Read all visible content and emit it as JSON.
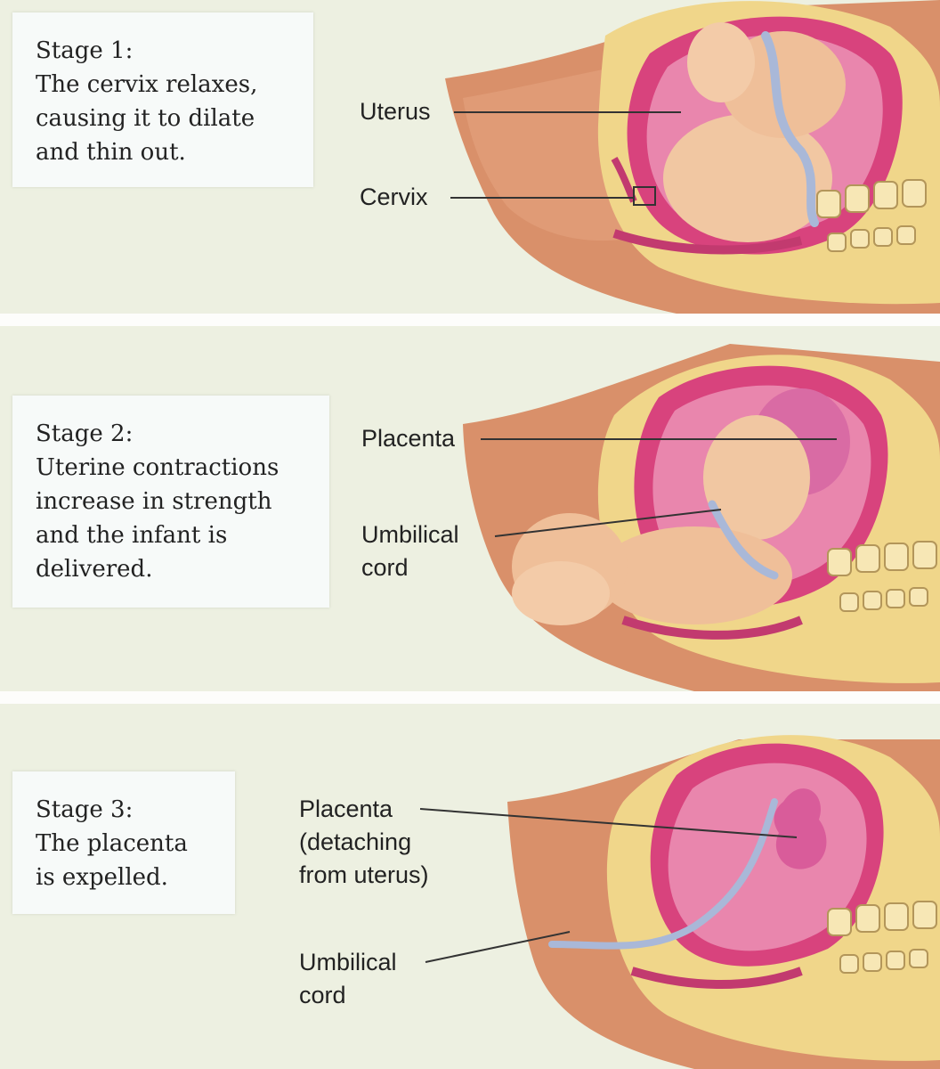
{
  "stages": [
    {
      "title": "Stage 1:",
      "lines": [
        "The cervix relaxes,",
        "causing it to dilate",
        "and thin out."
      ],
      "labels": [
        {
          "lines": [
            "Uterus"
          ]
        },
        {
          "lines": [
            "Cervix"
          ]
        }
      ]
    },
    {
      "title": "Stage 2:",
      "lines": [
        "Uterine contractions",
        "increase in strength",
        "and the infant is",
        "delivered."
      ],
      "labels": [
        {
          "lines": [
            "Placenta"
          ]
        },
        {
          "lines": [
            "Umbilical",
            "cord"
          ]
        }
      ]
    },
    {
      "title": "Stage 3:",
      "lines": [
        "The placenta",
        "is expelled."
      ],
      "labels": [
        {
          "lines": [
            "Placenta",
            "(detaching",
            "from uterus)"
          ]
        },
        {
          "lines": [
            "Umbilical",
            "cord"
          ]
        }
      ]
    }
  ],
  "colors": {
    "background": "#eef0e2",
    "textbox": "#f7faf9",
    "skin": "#d9906a",
    "uterus_wall": "#d8437d",
    "uterus_inner": "#e986ad",
    "fat_layer": "#f0d68a",
    "cord": "#a9b8d8"
  }
}
